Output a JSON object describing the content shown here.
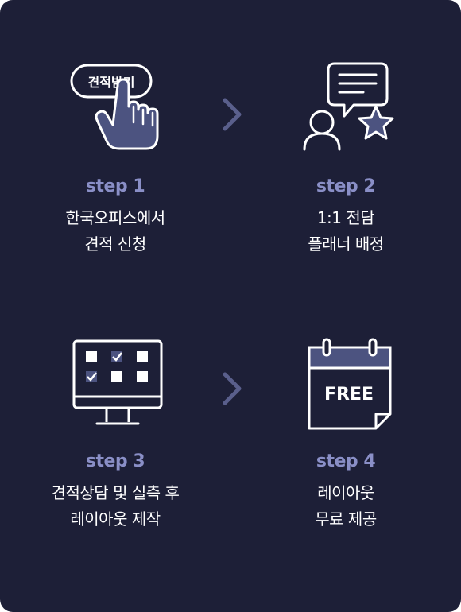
{
  "steps": [
    {
      "label": "step 1",
      "lines": [
        "한국오피스에서",
        "견적 신청"
      ],
      "icon_text": "견적받기"
    },
    {
      "label": "step 2",
      "lines": [
        "1:1 전담",
        "플래너 배정"
      ]
    },
    {
      "label": "step 3",
      "lines": [
        "견적상담 및 실측 후",
        "레이아웃 제작"
      ]
    },
    {
      "label": "step 4",
      "lines": [
        "레이아웃",
        "무료 제공"
      ],
      "icon_text": "FREE"
    }
  ],
  "colors": {
    "background": "#1d1f37",
    "accent": "#8a8fc7",
    "icon_fill": "#4c5380",
    "chevron": "#5a5f8c"
  }
}
